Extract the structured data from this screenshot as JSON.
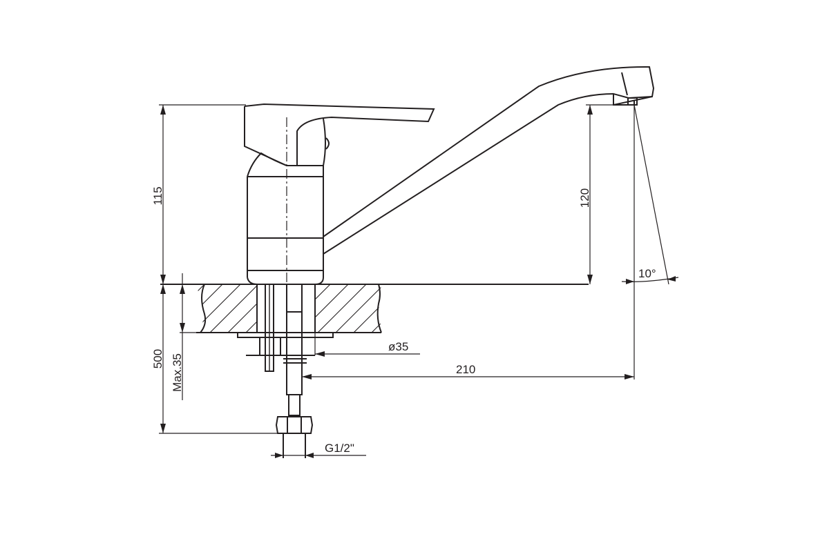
{
  "dimensions": {
    "body_height": "115",
    "spout_height": "120",
    "hose_length": "500",
    "max_thickness": "Max.35",
    "hole_diameter": "ø35",
    "reach": "210",
    "thread": "G1/2\"",
    "angle": "10°"
  },
  "colors": {
    "line": "#231f20",
    "background": "#ffffff"
  }
}
